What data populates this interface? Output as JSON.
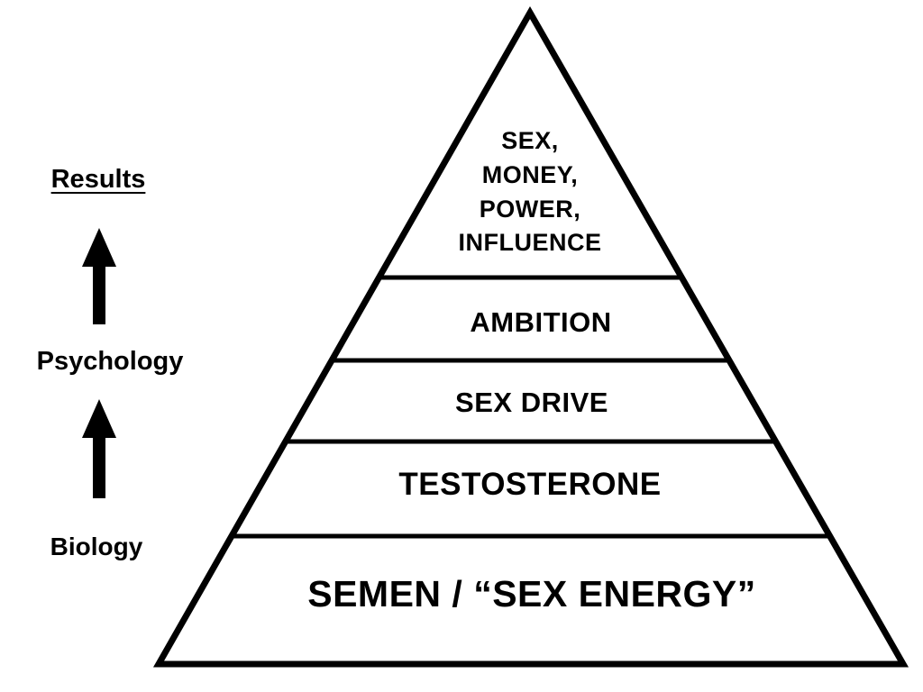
{
  "diagram": {
    "type": "pyramid",
    "pyramid": {
      "levels": [
        {
          "rank": 1,
          "label": "SEX,\nMONEY,\nPOWER,\nINFLUENCE"
        },
        {
          "rank": 2,
          "label": "AMBITION"
        },
        {
          "rank": 3,
          "label": "SEX DRIVE"
        },
        {
          "rank": 4,
          "label": "TESTOSTERONE"
        },
        {
          "rank": 5,
          "label": "SEMEN  /  “SEX ENERGY”"
        }
      ]
    },
    "axis": {
      "top_label": "Results",
      "middle_label": "Psychology",
      "bottom_label": "Biology",
      "arrow_direction": "up"
    },
    "colors": {
      "stroke": "#000000",
      "fill": "#ffffff",
      "text": "#000000",
      "background": "#ffffff"
    }
  }
}
